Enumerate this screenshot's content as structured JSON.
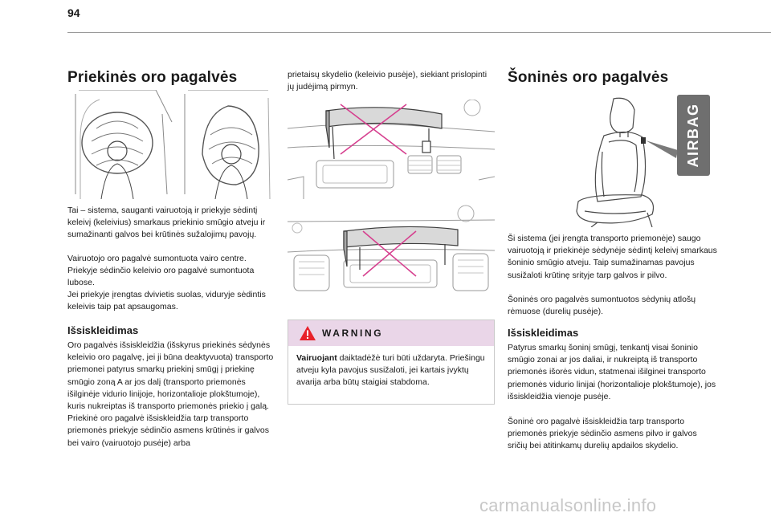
{
  "page": {
    "number": "94"
  },
  "left": {
    "title": "Priekinės oro pagalvės",
    "intro": "Tai – sistema, sauganti vairuotoją ir priekyje sėdintį keleivį (keleivius) smarkaus priekinio smūgio atveju ir sumažinanti galvos bei krūtinės sužalojimų pavojų.",
    "driver": "Vairuotojo oro pagalvė sumontuota vairo centre. Priekyje sėdinčio keleivio oro pagalvė sumontuota lubose.",
    "bench": "Jei priekyje įrengtas dvivietis suolas, viduryje sėdintis keleivis taip pat apsaugomas.",
    "deploy_heading": "Išsiskleidimas",
    "deploy_text": "Oro pagalvės išsiskleidžia (išskyrus priekinės sėdynės keleivio oro pagalvę, jei ji būna deaktyvuota) transporto priemonei patyrus smarkų priekinį smūgį į priekinę smūgio zoną A ar jos dalį (transporto priemonės išilginėje vidurio linijoje, horizontalioje plokštumoje), kuris nukreiptas iš transporto priemonės priekio į galą. Priekinė oro pagalvė išsiskleidžia tarp transporto priemonės priekyje sėdinčio asmens krūtinės ir galvos bei vairo (vairuotojo pusėje) arba"
  },
  "middle": {
    "continuation": "prietaisų skydelio (keleivio pusėje), siekiant prislopinti jų judėjimą pirmyn.",
    "warning_title": "WARNING",
    "warning_bold": "Vairuojant",
    "warning_rest": " daiktadėžė turi būti uždaryta. Priešingu atveju kyla pavojus susižaloti, jei kartais įvyktų avarija arba būtų staigiai stabdoma."
  },
  "right": {
    "title": "Šoninės oro pagalvės",
    "airbag_label": "AIRBAG",
    "intro": "Ši sistema (jei įrengta transporto priemonėje) saugo vairuotoją ir priekinėje sėdynėje sėdintį keleivį smarkaus šoninio smūgio atveju. Taip sumažinamas pavojus susižaloti krūtinę srityje tarp galvos ir pilvo.",
    "mounted": "Šoninės oro pagalvės sumontuotos sėdynių atlošų rėmuose (durelių pusėje).",
    "deploy_heading": "Išsiskleidimas",
    "deploy_text": "Patyrus smarkų šoninį smūgį, tenkantį visai šoninio smūgio zonai ar jos daliai, ir nukreiptą iš transporto priemonės išorės vidun, statmenai išilginei transporto priemonės vidurio linijai (horizontalioje plokštumoje), jos išsiskleidžia vienoje pusėje.",
    "deploy_text2": "Šoninė oro pagalvė išsiskleidžia tarp transporto priemonės priekyje sėdinčio asmens pilvo ir galvos sričių bei atitinkamų durelių apdailos skydelio."
  },
  "watermark": "carmanualsonline.info",
  "colors": {
    "warning_bg": "#ead6e8",
    "warning_triangle": "#e8212a",
    "cross": "#d6408f",
    "rule": "#9a9a9a"
  }
}
